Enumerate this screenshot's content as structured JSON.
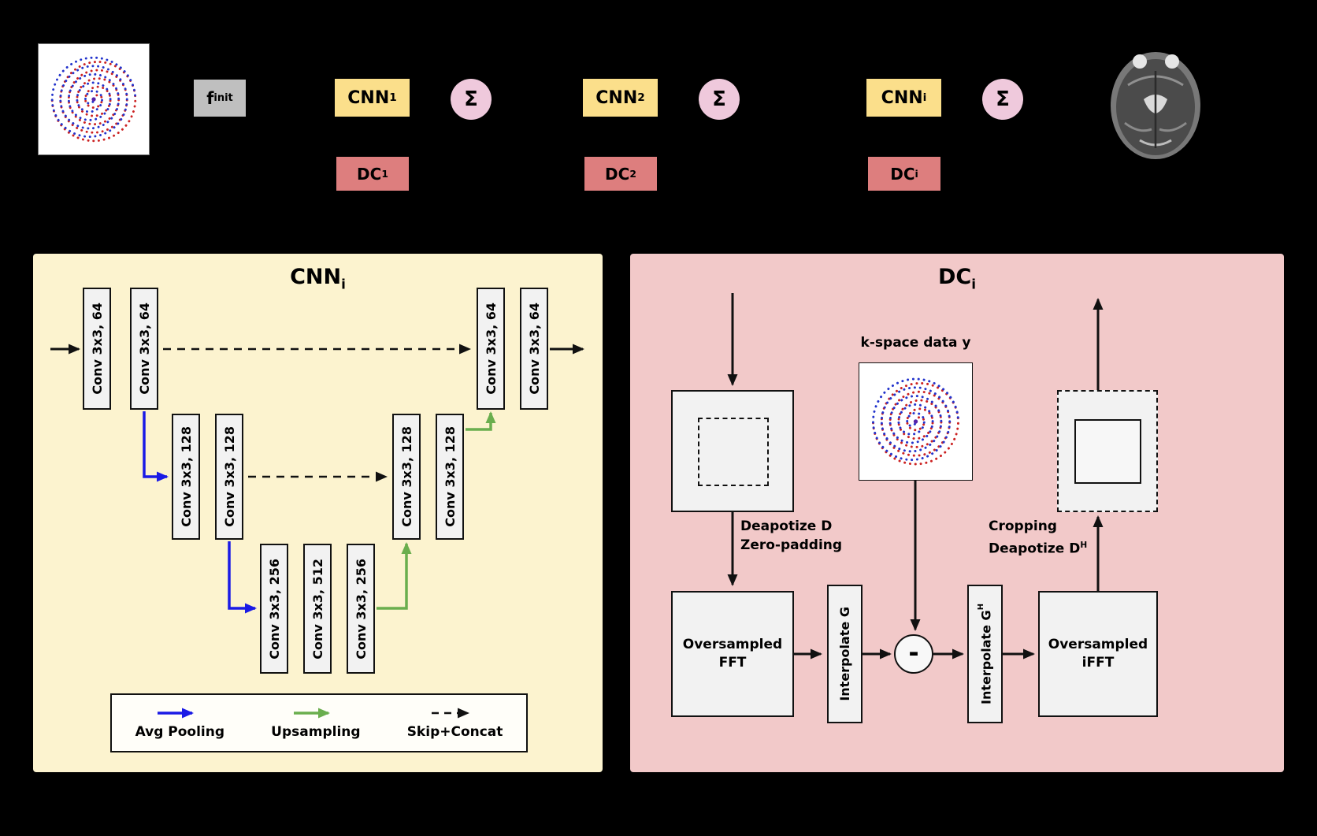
{
  "colors": {
    "background": "#000000",
    "cnn_box": "#FBDF8B",
    "dc_box": "#DD7E7E",
    "sigma_circle": "#EFC9DC",
    "finit_box": "#BFBFBF",
    "cnn_panel_bg": "#FCF3CF",
    "dc_panel_bg": "#F2C9C9",
    "node_fill": "#F2F2F2",
    "avg_pooling_arrow": "#1A1AE6",
    "upsampling_arrow": "#6AAE4E"
  },
  "top_row": {
    "f_init_base": "f",
    "f_init_sub": "init",
    "stages": [
      {
        "cnn_base": "CNN",
        "cnn_sub": "1",
        "sum_symbol": "Σ",
        "dc_base": "DC",
        "dc_sub": "1"
      },
      {
        "cnn_base": "CNN",
        "cnn_sub": "2",
        "sum_symbol": "Σ",
        "dc_base": "DC",
        "dc_sub": "2"
      },
      {
        "cnn_base": "CNN",
        "cnn_sub": "i",
        "sum_symbol": "Σ",
        "dc_base": "DC",
        "dc_sub": "i"
      }
    ]
  },
  "cnn_panel": {
    "title_base": "CNN",
    "title_sub": "i",
    "conv_layers": [
      "Conv 3x3, 64",
      "Conv 3x3, 64",
      "Conv 3x3, 128",
      "Conv 3x3, 128",
      "Conv 3x3, 256",
      "Conv 3x3, 512",
      "Conv 3x3, 256",
      "Conv 3x3, 128",
      "Conv 3x3, 128",
      "Conv 3x3, 64",
      "Conv 3x3, 64"
    ],
    "legend": {
      "avg_pooling": "Avg Pooling",
      "upsampling": "Upsampling",
      "skip_concat": "Skip+Concat"
    }
  },
  "dc_panel": {
    "title_base": "DC",
    "title_sub": "i",
    "kspace_label": "k-space data y",
    "deapotize_line1": "Deapotize D",
    "deapotize_line2": "Zero-padding",
    "fft_line1": "Oversampled",
    "fft_line2": "FFT",
    "interpolate_g": "Interpolate G",
    "interpolate_gh_base": "Interpolate G",
    "interpolate_gh_sup": "H",
    "minus_symbol": "-",
    "cropping_line1": "Cropping",
    "cropping_line2_base": "Deapotize D",
    "cropping_line2_sup": "H",
    "ifft_line1": "Oversampled",
    "ifft_line2": "iFFT"
  }
}
